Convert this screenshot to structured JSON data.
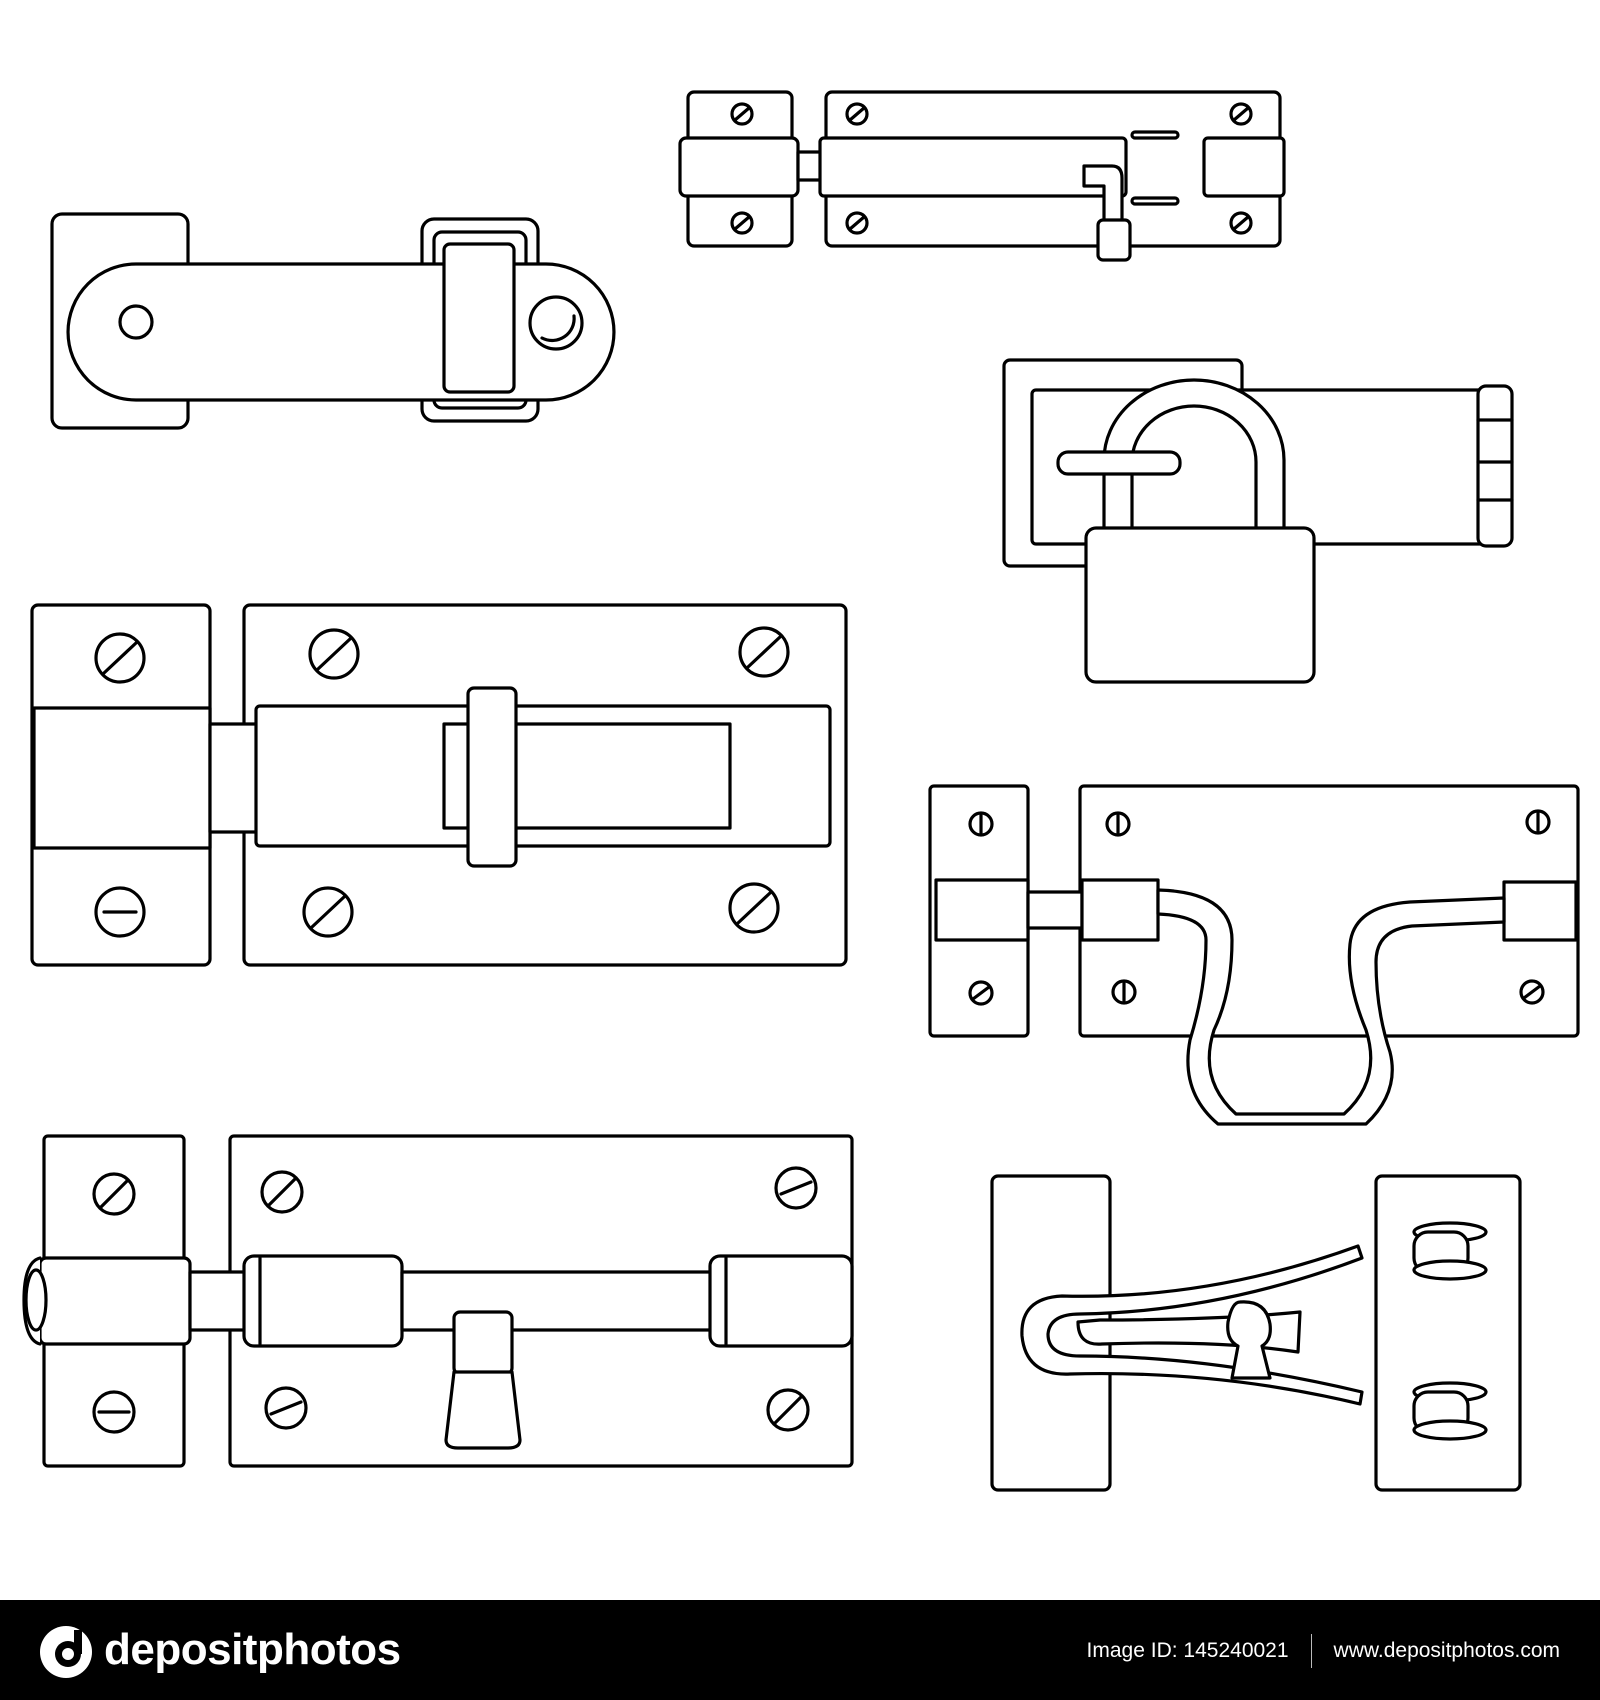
{
  "artwork": {
    "kind": "line-art",
    "stroke_color": "#000000",
    "background_color": "#ffffff",
    "items": [
      "hasp-latch-icon",
      "tower-bolt-icon",
      "hasp-padlock-icon",
      "barrel-bolt-icon",
      "cabin-hook-bolt-icon",
      "sliding-bolt-icon",
      "gate-hook-latch-icon"
    ]
  },
  "footer": {
    "background_color": "#000000",
    "brand": "depositphotos",
    "image_id_label": "Image ID:",
    "image_id": "145240021",
    "website": "www.depositphotos.com"
  }
}
